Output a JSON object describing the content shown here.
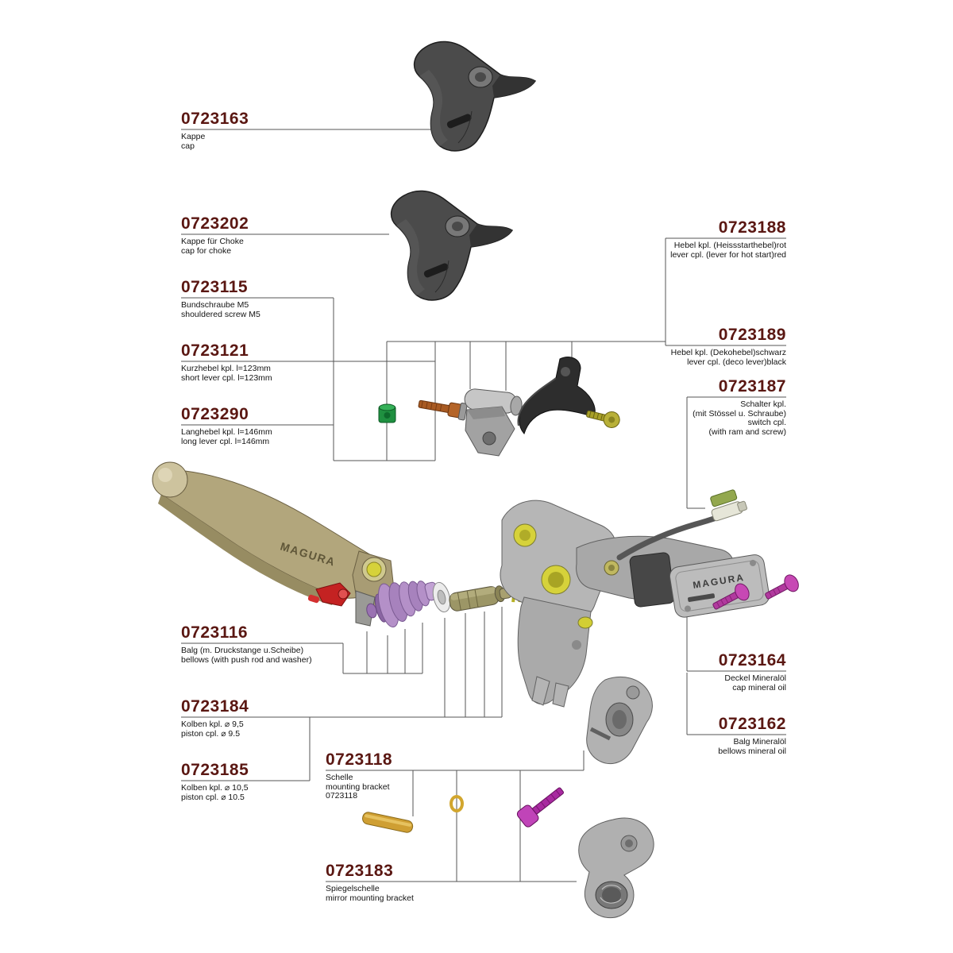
{
  "diagram": {
    "brand": "MAGURA",
    "accent_color": "#5a1712",
    "line_color": "#555555",
    "background": "#ffffff",
    "labels": [
      {
        "id": "0723163",
        "lines": [
          "Kappe",
          "cap"
        ]
      },
      {
        "id": "0723202",
        "lines": [
          "Kappe für Choke",
          "cap for choke"
        ]
      },
      {
        "id": "0723115",
        "lines": [
          "Bundschraube M5",
          "shouldered screw M5"
        ]
      },
      {
        "id": "0723121",
        "lines": [
          "Kurzhebel kpl. l=123mm",
          "short lever cpl. l=123mm"
        ]
      },
      {
        "id": "0723290",
        "lines": [
          "Langhebel kpl. l=146mm",
          "long lever cpl. l=146mm"
        ]
      },
      {
        "id": "0723116",
        "lines": [
          "Balg (m. Druckstange u.Scheibe)",
          "bellows (with push rod and washer)"
        ]
      },
      {
        "id": "0723184",
        "lines": [
          "Kolben kpl. ⌀ 9,5",
          "piston cpl. ⌀ 9.5"
        ]
      },
      {
        "id": "0723185",
        "lines": [
          "Kolben kpl. ⌀ 10,5",
          "piston cpl. ⌀ 10.5"
        ]
      },
      {
        "id": "0723118",
        "lines": [
          "Schelle",
          "mounting bracket",
          "0723118"
        ]
      },
      {
        "id": "0723183",
        "lines": [
          "Spiegelschelle",
          "mirror mounting bracket"
        ]
      },
      {
        "id": "0723188",
        "lines": [
          "Hebel kpl. (Heissstarthebel)rot",
          "lever cpl. (lever for hot start)red"
        ]
      },
      {
        "id": "0723189",
        "lines": [
          "Hebel kpl. (Dekohebel)schwarz",
          "lever cpl. (deco lever)black"
        ]
      },
      {
        "id": "0723187",
        "lines": [
          "Schalter kpl.",
          "(mit Stössel u. Schraube)",
          "switch cpl.",
          "(with ram and screw)"
        ]
      },
      {
        "id": "0723164",
        "lines": [
          "Deckel Mineralöl",
          "cap mineral oil"
        ]
      },
      {
        "id": "0723162",
        "lines": [
          "Balg Mineralöl",
          "bellows mineral oil"
        ]
      }
    ],
    "part_colors": {
      "cap_dark_gray": "#4b4b4b",
      "lever_bronze": "#b2a67c",
      "bellows_purple": "#b490c8",
      "spring_yellow": "#b6b024",
      "screw_magenta": "#b13a9e",
      "nut_green": "#1f9040",
      "screw_brown": "#a85a22",
      "pin_gold": "#cf9f33",
      "accent_yellow": "#d6d23a",
      "body_gray": "#b6b6b6",
      "adjuster_red": "#c42222"
    }
  }
}
